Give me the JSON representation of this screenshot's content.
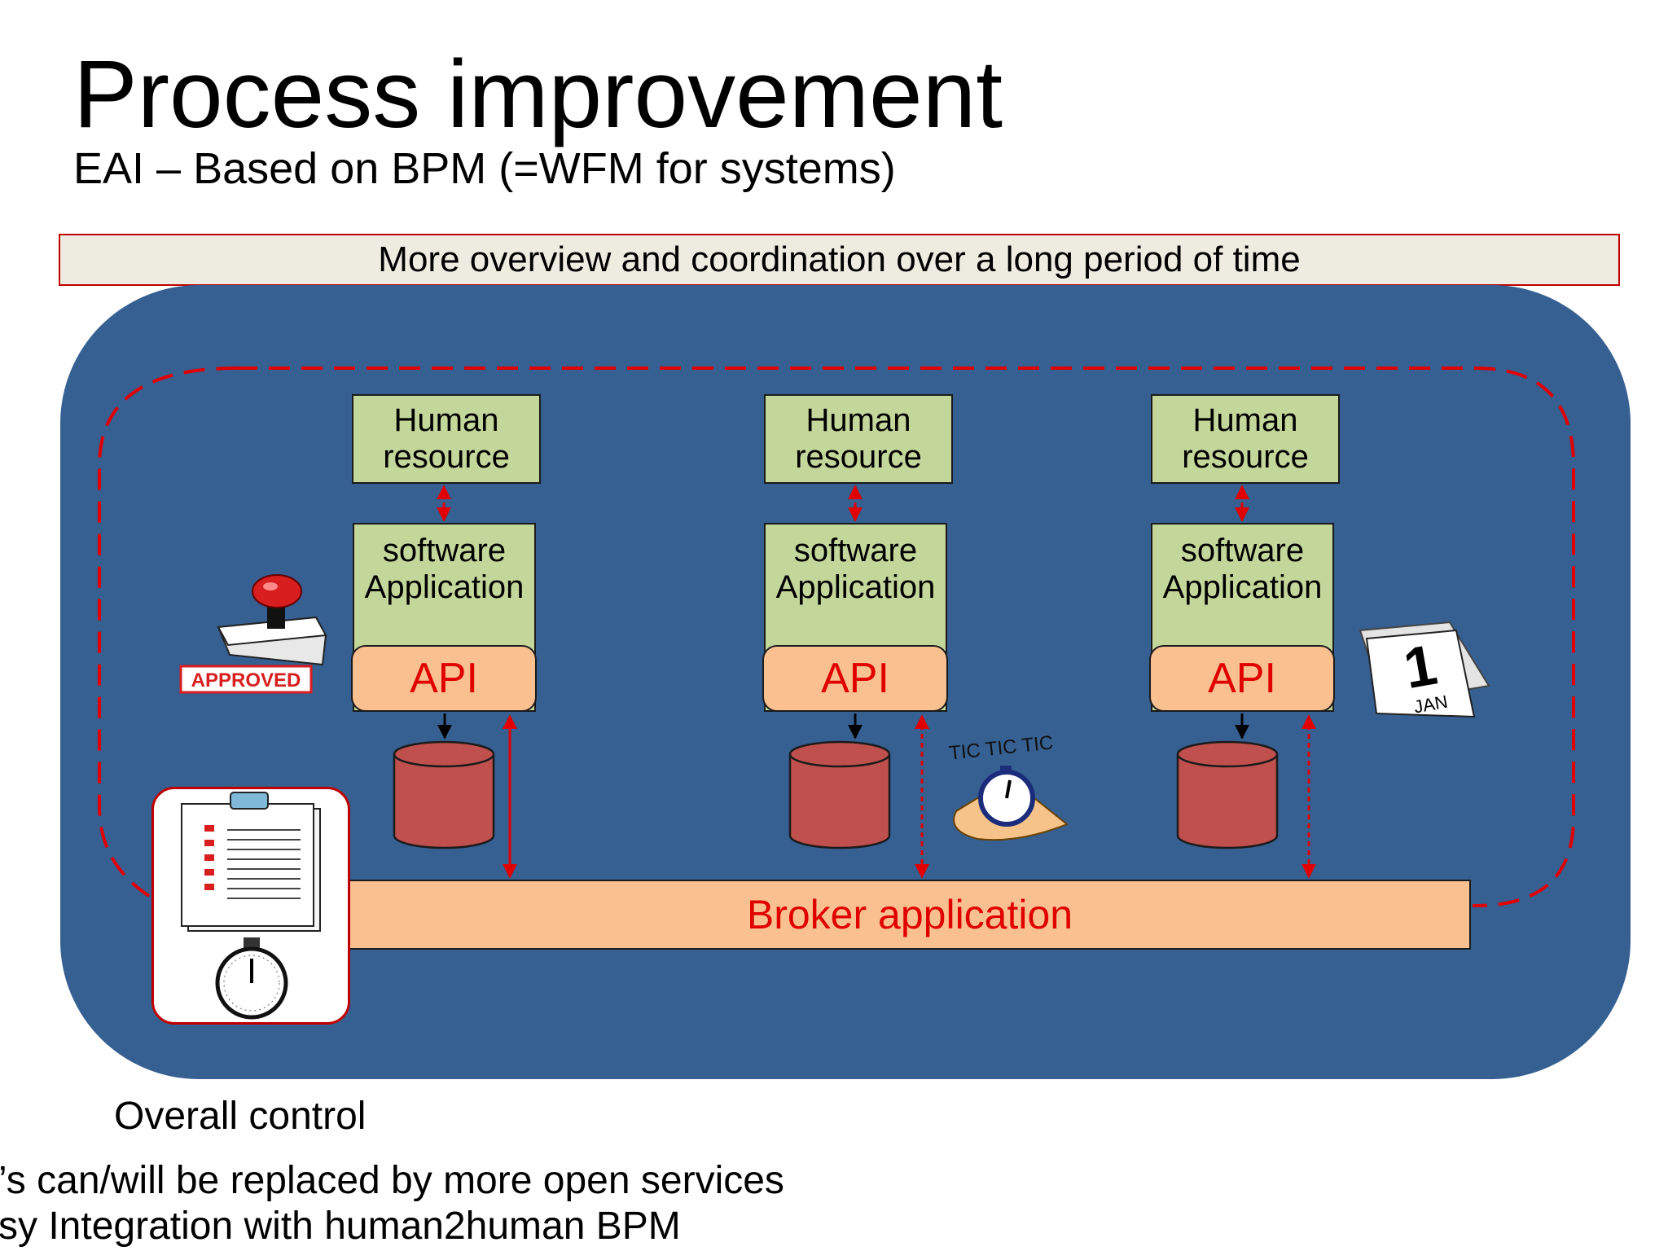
{
  "slide": {
    "title": "Process improvement",
    "subtitle": "EAI – Based on BPM (=WFM for systems)",
    "banner": "More overview and coordination over a long period of time",
    "columns": [
      {
        "human_resource": "Human\nresource",
        "software_application": "software\nApplication",
        "api": "API"
      },
      {
        "human_resource": "Human\nresource",
        "software_application": "software\nApplication",
        "api": "API"
      },
      {
        "human_resource": "Human\nresource",
        "software_application": "software\nApplication",
        "api": "API"
      }
    ],
    "broker": "Broker application",
    "stamp_label": "APPROVED",
    "clock_text": "TIC TIC TIC",
    "calendar_day": "1",
    "calendar_month": "JAN",
    "captions": [
      "Overall control",
      "’s can/will be replaced by more open services",
      "sy Integration with human2human BPM"
    ],
    "colors": {
      "container": "#366092",
      "box_green": "#c4d79b",
      "box_orange": "#fac090",
      "accent_red": "#e00000",
      "database_red": "#c0504d",
      "banner_bg": "#eeece1"
    }
  }
}
